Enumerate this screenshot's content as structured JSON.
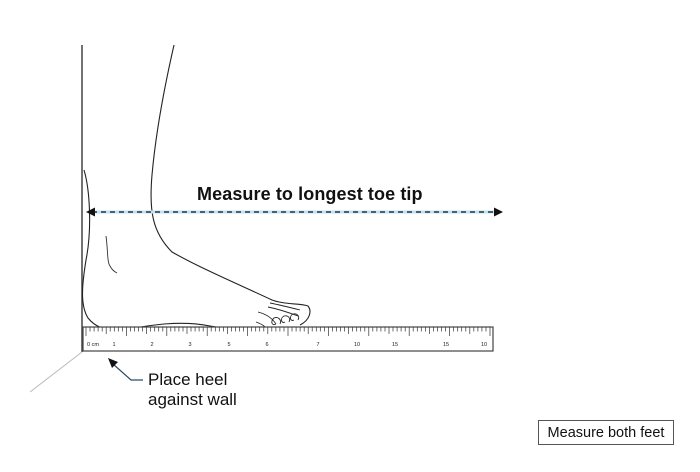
{
  "diagram": {
    "title": "Measure to longest toe tip",
    "heel_instruction": {
      "line1": "Place heel",
      "line2": "against wall"
    },
    "note": "Measure both feet",
    "ruler": {
      "unit_label": "0 cm",
      "tick_labels": [
        "1",
        "2",
        "3",
        "5",
        "6",
        "7",
        "10",
        "15",
        "15",
        "10"
      ]
    },
    "colors": {
      "line": "#222222",
      "arrow_dash": "#111111",
      "arrow_highlight": "#bfe3f5",
      "leader_line": "#2f4a66",
      "background": "#ffffff"
    }
  }
}
